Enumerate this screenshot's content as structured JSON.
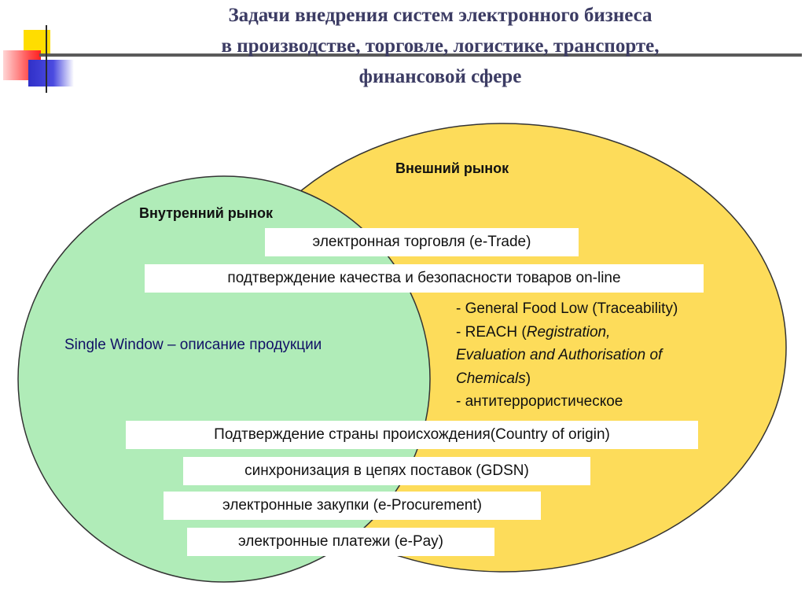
{
  "title": {
    "line1": "Задачи внедрения систем электронного бизнеса",
    "line2": "в производстве, торговле, логистике, транспорте,",
    "line3": "финансовой сфере"
  },
  "diagram": {
    "outer_label": "Внешний рынок",
    "inner_label": "Внутренний рынок",
    "colors": {
      "outer_fill": "#fddc5a",
      "inner_fill": "#b0ecb8",
      "outline": "#333333"
    },
    "boxes": {
      "e_trade": "электронная торговля (e-Trade)",
      "quality": "подтверждение качества и безопасности товаров on-line",
      "origin": "Подтверждение страны происхождения(Country of origin)",
      "gdsn": "синхронизация в цепях поставок (GDSN)",
      "procurement": "электронные закупки (e-Procurement)",
      "epay": "электронные платежи (e-Pay)"
    },
    "single_window": "Single Window – описание продукции",
    "regulations": {
      "food_law": "- General Food Low (Traceability)",
      "reach_prefix": "- REACH (",
      "reach_italic_1": "Registration,",
      "reach_italic_2": "Evaluation and Authorisation of",
      "reach_italic_3": "Chemicals",
      "reach_suffix": ")",
      "antiterror": "- антитеррористическое"
    }
  }
}
